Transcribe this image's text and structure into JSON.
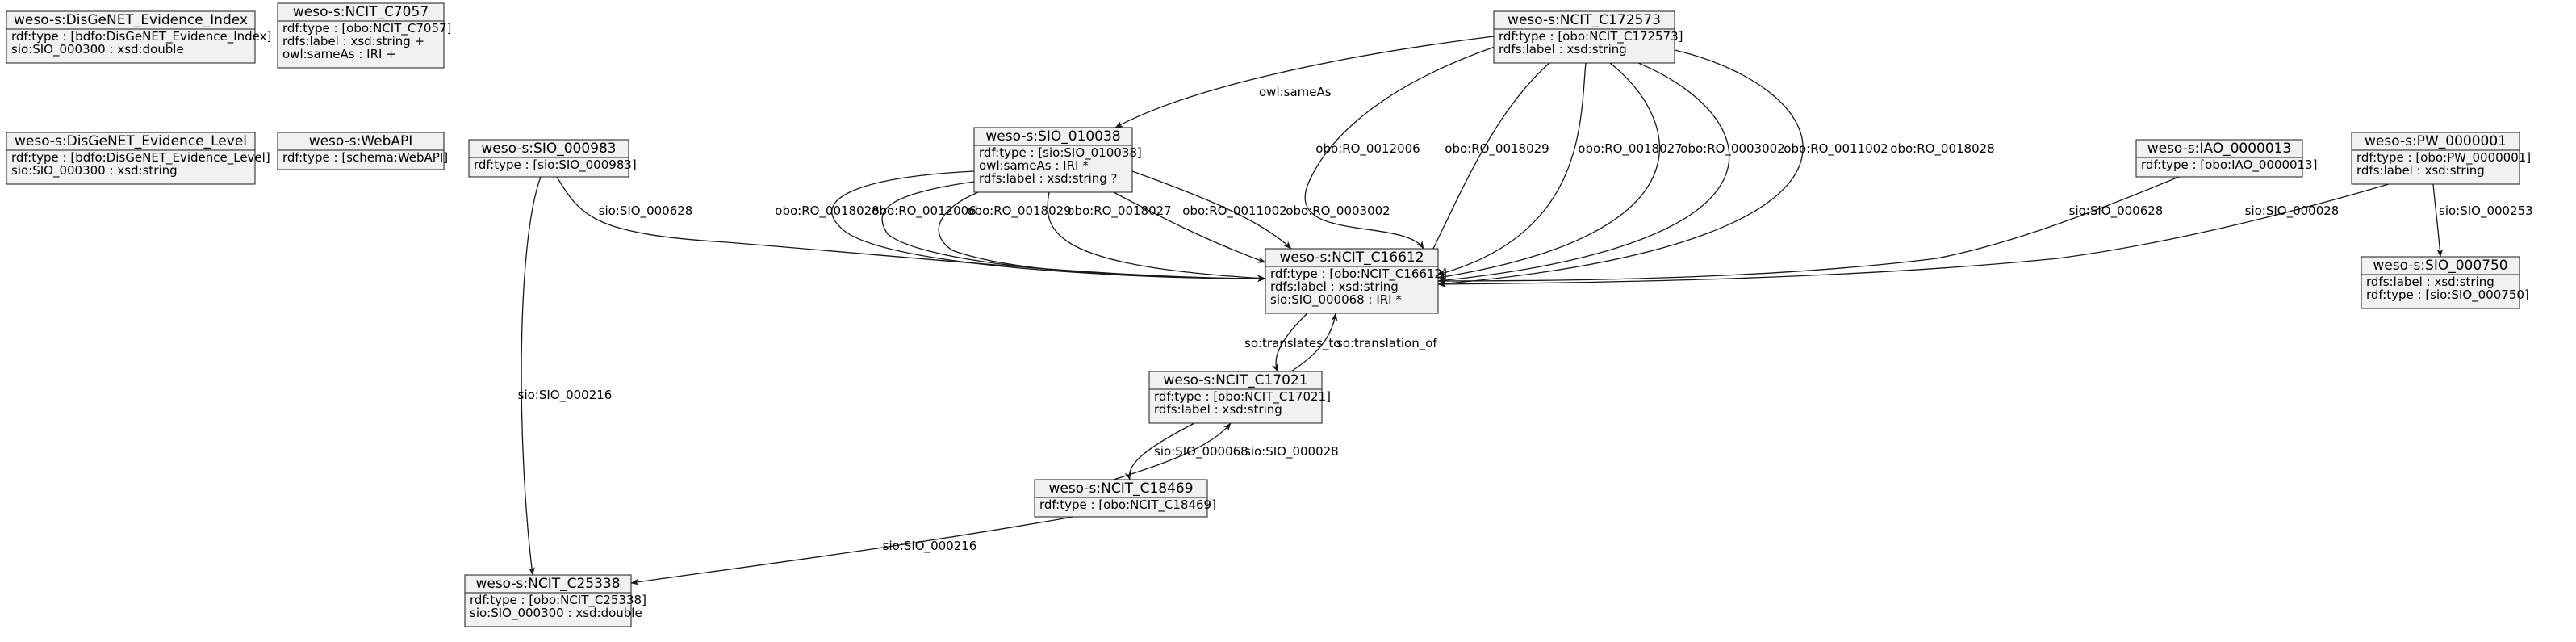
{
  "nodes": [
    {
      "id": "disgenet_index",
      "title": "weso-s:DisGeNET_Evidence_Index",
      "attrs": [
        "rdf:type : [bdfo:DisGeNET_Evidence_Index]",
        "sio:SIO_000300 : xsd:double"
      ]
    },
    {
      "id": "ncit_c7057",
      "title": "weso-s:NCIT_C7057",
      "attrs": [
        "rdf:type : [obo:NCIT_C7057]",
        "rdfs:label : xsd:string +",
        "owl:sameAs : IRI +"
      ]
    },
    {
      "id": "ncit_c172573",
      "title": "weso-s:NCIT_C172573",
      "attrs": [
        "rdf:type : [obo:NCIT_C172573]",
        "rdfs:label : xsd:string"
      ]
    },
    {
      "id": "disgenet_level",
      "title": "weso-s:DisGeNET_Evidence_Level",
      "attrs": [
        "rdf:type : [bdfo:DisGeNET_Evidence_Level]",
        "sio:SIO_000300 : xsd:string"
      ]
    },
    {
      "id": "webapi",
      "title": "weso-s:WebAPI",
      "attrs": [
        "rdf:type : [schema:WebAPI]"
      ]
    },
    {
      "id": "sio_000983",
      "title": "weso-s:SIO_000983",
      "attrs": [
        "rdf:type : [sio:SIO_000983]"
      ]
    },
    {
      "id": "sio_010038",
      "title": "weso-s:SIO_010038",
      "attrs": [
        "rdf:type : [sio:SIO_010038]",
        "owl:sameAs : IRI *",
        "rdfs:label : xsd:string ?"
      ]
    },
    {
      "id": "iao_0000013",
      "title": "weso-s:IAO_0000013",
      "attrs": [
        "rdf:type : [obo:IAO_0000013]"
      ]
    },
    {
      "id": "pw_0000001",
      "title": "weso-s:PW_0000001",
      "attrs": [
        "rdf:type : [obo:PW_0000001]",
        "rdfs:label : xsd:string"
      ]
    },
    {
      "id": "ncit_c16612",
      "title": "weso-s:NCIT_C16612",
      "attrs": [
        "rdf:type : [obo:NCIT_C16612]",
        "rdfs:label : xsd:string",
        "sio:SIO_000068 : IRI *"
      ]
    },
    {
      "id": "sio_000750",
      "title": "weso-s:SIO_000750",
      "attrs": [
        "rdfs:label : xsd:string",
        "rdf:type : [sio:SIO_000750]"
      ]
    },
    {
      "id": "ncit_c17021",
      "title": "weso-s:NCIT_C17021",
      "attrs": [
        "rdf:type : [obo:NCIT_C17021]",
        "rdfs:label : xsd:string"
      ]
    },
    {
      "id": "ncit_c18469",
      "title": "weso-s:NCIT_C18469",
      "attrs": [
        "rdf:type : [obo:NCIT_C18469]"
      ]
    },
    {
      "id": "ncit_c25338",
      "title": "weso-s:NCIT_C25338",
      "attrs": [
        "rdf:type : [obo:NCIT_C25338]",
        "sio:SIO_000300 : xsd:double"
      ]
    }
  ],
  "edges": [
    {
      "id": "e1",
      "from": "ncit_c172573",
      "to": "sio_010038",
      "label": "owl:sameAs"
    },
    {
      "id": "e2",
      "from": "ncit_c172573",
      "to": "ncit_c16612",
      "label": "obo:RO_0012006"
    },
    {
      "id": "e3",
      "from": "ncit_c172573",
      "to": "ncit_c16612",
      "label": "obo:RO_0018029"
    },
    {
      "id": "e4",
      "from": "ncit_c172573",
      "to": "ncit_c16612",
      "label": "obo:RO_0018027"
    },
    {
      "id": "e5",
      "from": "ncit_c172573",
      "to": "ncit_c16612",
      "label": "obo:RO_0003002"
    },
    {
      "id": "e6",
      "from": "ncit_c172573",
      "to": "ncit_c16612",
      "label": "obo:RO_0011002"
    },
    {
      "id": "e7",
      "from": "ncit_c172573",
      "to": "ncit_c16612",
      "label": "obo:RO_0018028"
    },
    {
      "id": "e8",
      "from": "sio_000983",
      "to": "ncit_c16612",
      "label": "sio:SIO_000628"
    },
    {
      "id": "e9",
      "from": "sio_010038",
      "to": "ncit_c16612",
      "label": "obo:RO_0018028"
    },
    {
      "id": "e10",
      "from": "sio_010038",
      "to": "ncit_c16612",
      "label": "obo:RO_0012006"
    },
    {
      "id": "e11",
      "from": "sio_010038",
      "to": "ncit_c16612",
      "label": "obo:RO_0018029"
    },
    {
      "id": "e12",
      "from": "sio_010038",
      "to": "ncit_c16612",
      "label": "obo:RO_0018027"
    },
    {
      "id": "e13",
      "from": "sio_010038",
      "to": "ncit_c16612",
      "label": "obo:RO_0011002"
    },
    {
      "id": "e14",
      "from": "sio_010038",
      "to": "ncit_c16612",
      "label": "obo:RO_0003002"
    },
    {
      "id": "e15",
      "from": "iao_0000013",
      "to": "ncit_c16612",
      "label": "sio:SIO_000628"
    },
    {
      "id": "e16",
      "from": "pw_0000001",
      "to": "ncit_c16612",
      "label": "sio:SIO_000028"
    },
    {
      "id": "e17",
      "from": "pw_0000001",
      "to": "sio_000750",
      "label": "sio:SIO_000253"
    },
    {
      "id": "e18",
      "from": "ncit_c16612",
      "to": "ncit_c17021",
      "label": "so:translates_to"
    },
    {
      "id": "e19",
      "from": "ncit_c17021",
      "to": "ncit_c16612",
      "label": "so:translation_of"
    },
    {
      "id": "e20",
      "from": "ncit_c17021",
      "to": "ncit_c18469",
      "label": "sio:SIO_000068"
    },
    {
      "id": "e21",
      "from": "ncit_c18469",
      "to": "ncit_c17021",
      "label": "sio:SIO_000028"
    },
    {
      "id": "e22",
      "from": "ncit_c18469",
      "to": "ncit_c25338",
      "label": "sio:SIO_000216"
    },
    {
      "id": "e23",
      "from": "sio_000983",
      "to": "ncit_c25338",
      "label": "sio:SIO_000216"
    }
  ]
}
